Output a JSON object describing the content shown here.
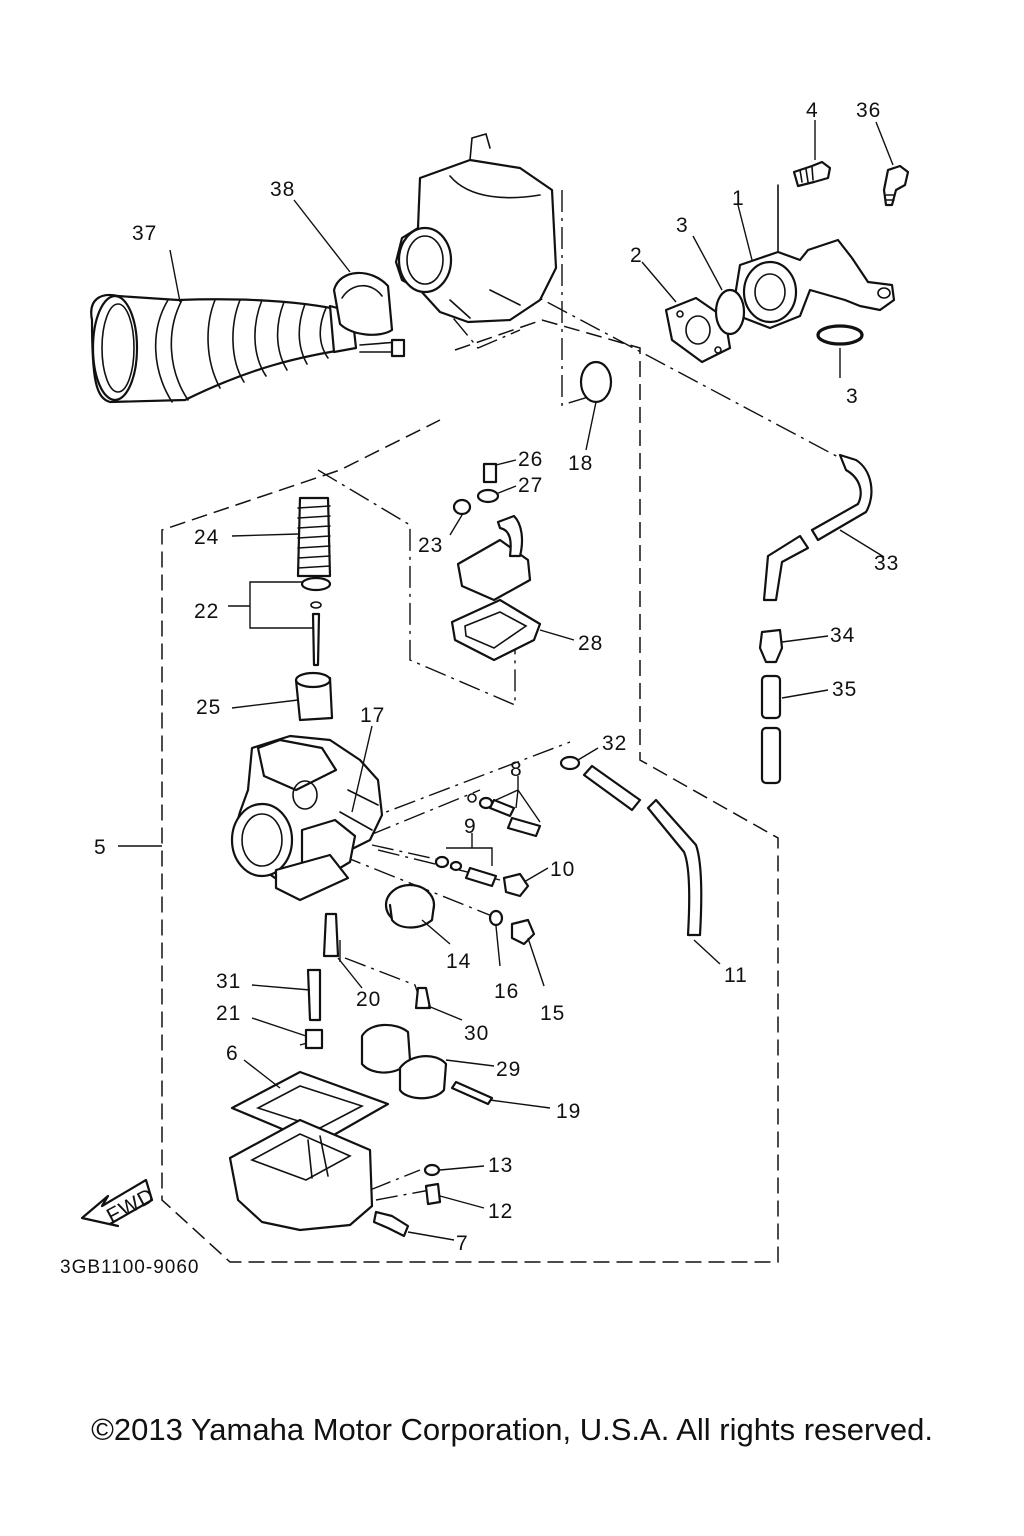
{
  "diagram": {
    "callouts": [
      "1",
      "2",
      "3",
      "3",
      "4",
      "5",
      "6",
      "7",
      "8",
      "9",
      "10",
      "11",
      "12",
      "13",
      "14",
      "15",
      "16",
      "17",
      "18",
      "19",
      "20",
      "21",
      "22",
      "23",
      "24",
      "25",
      "26",
      "27",
      "28",
      "29",
      "30",
      "31",
      "32",
      "33",
      "34",
      "35",
      "36",
      "37",
      "38"
    ],
    "fwd_label": "FWD",
    "drawing_code": "3GB1100-9060"
  },
  "footer": {
    "copyright": "©2013 Yamaha Motor Corporation, U.S.A. All rights reserved."
  }
}
